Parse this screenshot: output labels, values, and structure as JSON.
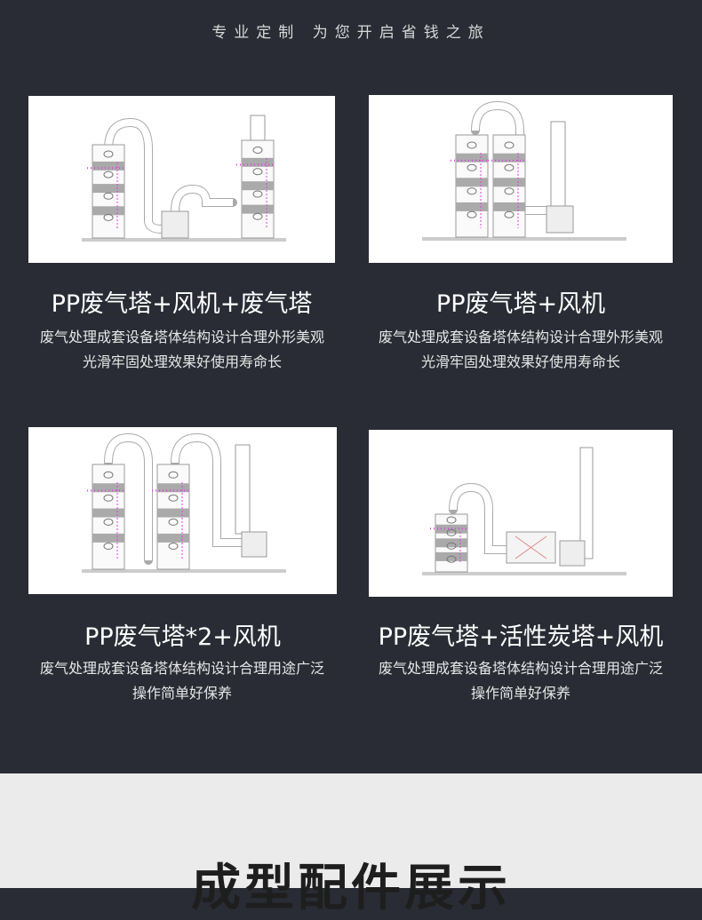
{
  "header": {
    "tagline": "专业定制  为您开启省钱之旅"
  },
  "products": [
    {
      "title": "PP废气塔+风机+废气塔",
      "desc_lines": [
        "废气处理成套设备塔体结构设计合理外形美观",
        "光滑牢固处理效果好使用寿命长"
      ],
      "towers": 2,
      "fan": true,
      "carbon": false
    },
    {
      "title": "PP废气塔+风机",
      "desc_lines": [
        "废气处理成套设备塔体结构设计合理外形美观",
        "光滑牢固处理效果好使用寿命长"
      ],
      "towers": 1,
      "fan": true,
      "carbon": false
    },
    {
      "title": "PP废气塔*2+风机",
      "desc_lines": [
        "废气处理成套设备塔体结构设计合理用途广泛",
        "操作简单好保养"
      ],
      "towers": 2,
      "fan": true,
      "carbon": false
    },
    {
      "title": "PP废气塔+活性炭塔+风机",
      "desc_lines": [
        "废气处理成套设备塔体结构设计合理用途广泛",
        "操作简单好保养"
      ],
      "towers": 1,
      "fan": true,
      "carbon": true
    }
  ],
  "section": {
    "title": "成型配件展示"
  },
  "colors": {
    "background": "#292c34",
    "light_background": "#ebebeb",
    "accent": "#e040e0"
  }
}
